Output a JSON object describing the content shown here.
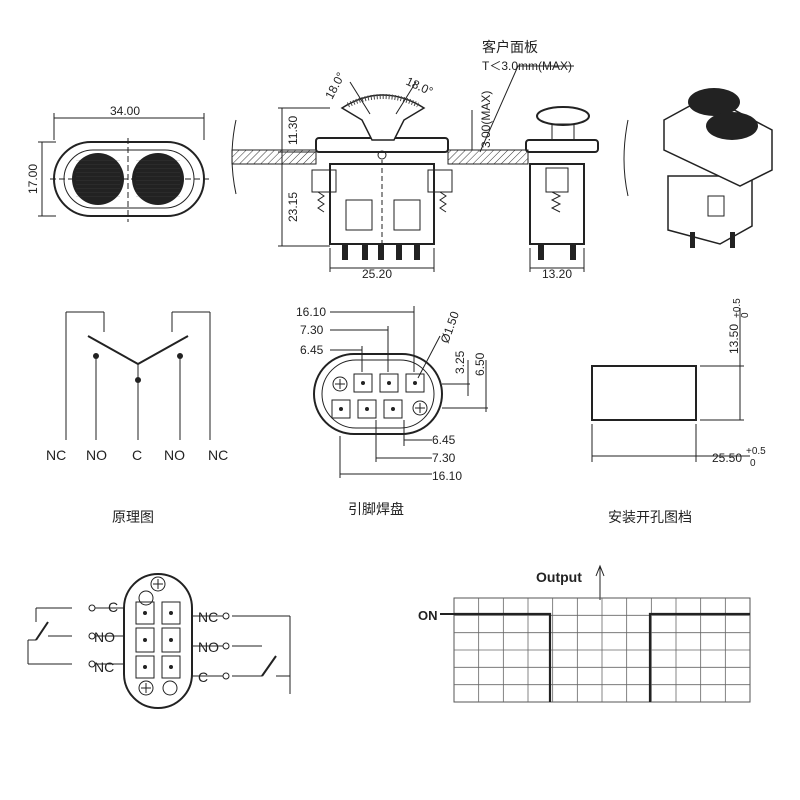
{
  "front_view": {
    "width": "34.00",
    "height": "17.00"
  },
  "side_view": {
    "angle_left": "18.0°",
    "angle_right": "18.0°",
    "dim_top": "11.30",
    "dim_body": "23.15",
    "dim_base": "25.20",
    "panel_label": "客户面板",
    "panel_thickness": "T＜3.0mm(MAX)",
    "panel_dim": "3.00(MAX)"
  },
  "end_view": {
    "width": "13.20"
  },
  "principle": {
    "labels": [
      "NC",
      "NO",
      "C",
      "NO",
      "NC"
    ],
    "caption": "原理图"
  },
  "pads": {
    "top_dims": [
      "16.10",
      "7.30",
      "6.45"
    ],
    "bottom_dims": [
      "6.45",
      "7.30",
      "16.10"
    ],
    "hole": "Ø1.50",
    "v_dim1": "3.25",
    "v_dim2": "6.50",
    "caption": "引脚焊盘"
  },
  "cutout": {
    "height": "13.50",
    "height_tol_up": "+0.5",
    "height_tol_dn": "0",
    "width": "25.50",
    "width_tol_up": "+0.5",
    "width_tol_dn": "0",
    "caption": "安装开孔图档"
  },
  "wiring": {
    "left_labels": [
      "C",
      "NO",
      "NC"
    ],
    "right_labels": [
      "NC",
      "NO",
      "C"
    ]
  },
  "timing": {
    "title": "Output",
    "level": "ON"
  }
}
